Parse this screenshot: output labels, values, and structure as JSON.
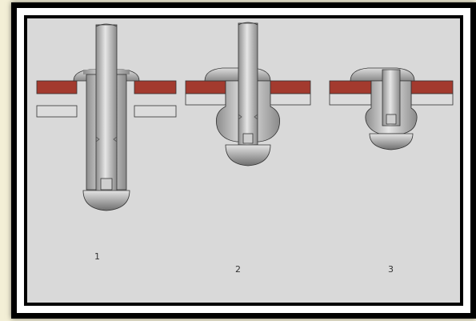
{
  "diagram": {
    "stages": [
      {
        "label": "1"
      },
      {
        "label": "2"
      },
      {
        "label": "3"
      }
    ],
    "colors": {
      "page_background": "#f3efd6",
      "frame": "#000000",
      "frame_gap": "#ffffff",
      "panel": "#d9d9d9",
      "top_sheet": "#a33a2e",
      "bottom_sheet": "#dcdcdc",
      "rivet_metal": "#b7b7b7",
      "outline": "#333333"
    }
  }
}
